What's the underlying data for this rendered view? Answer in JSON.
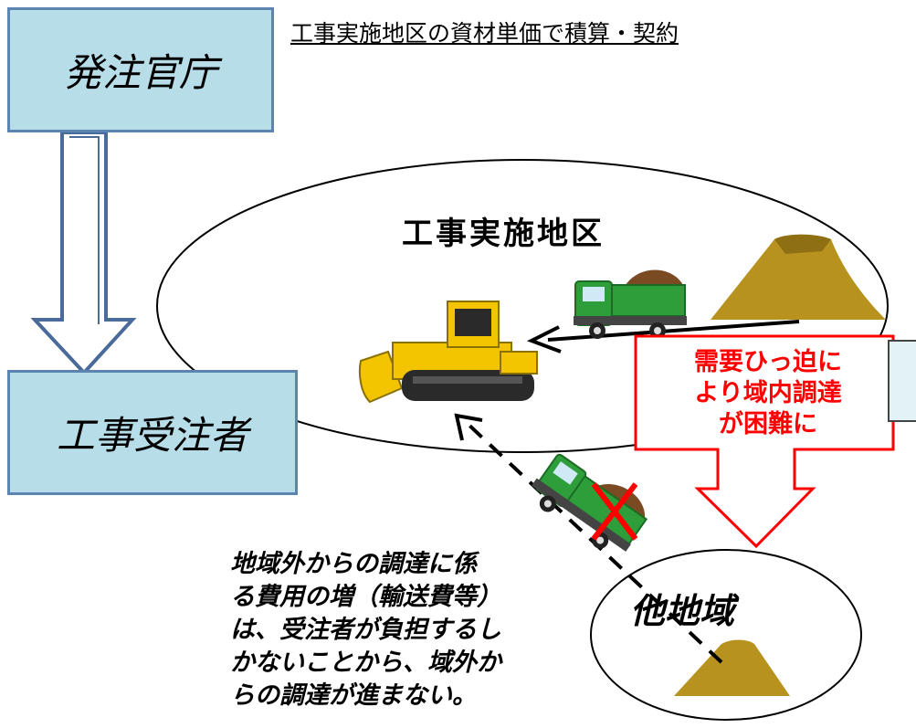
{
  "client_box": {
    "label": "発注官庁",
    "fill": "#b7dde8",
    "border": "#5b84b1"
  },
  "contractor_box": {
    "label": "工事受注者"
  },
  "top_caption": "工事実施地区の資材単価で積算・契約",
  "region": {
    "title": "工事実施地区"
  },
  "callout": {
    "lines": [
      "需要ひっ迫に",
      "より域内調達",
      "が困難に"
    ],
    "color": "#ff0000"
  },
  "other_region": {
    "label": "他地域"
  },
  "note": {
    "lines": [
      "地域外からの調達に係",
      "る費用の増（輸送費等）",
      "は、受注者が負担するし",
      "かないことから、域外か",
      "らの調達が進まない。"
    ]
  },
  "icons": [
    "bulldozer-icon",
    "dump-truck-icon",
    "crossed-out-dump-truck-icon",
    "soil-pile-icon",
    "x-mark-icon"
  ],
  "colors": {
    "soil": "#b8921f",
    "truck_green": "#2e9e3a",
    "bulldozer_yellow": "#f2c500",
    "cross_red": "#ff0000"
  }
}
